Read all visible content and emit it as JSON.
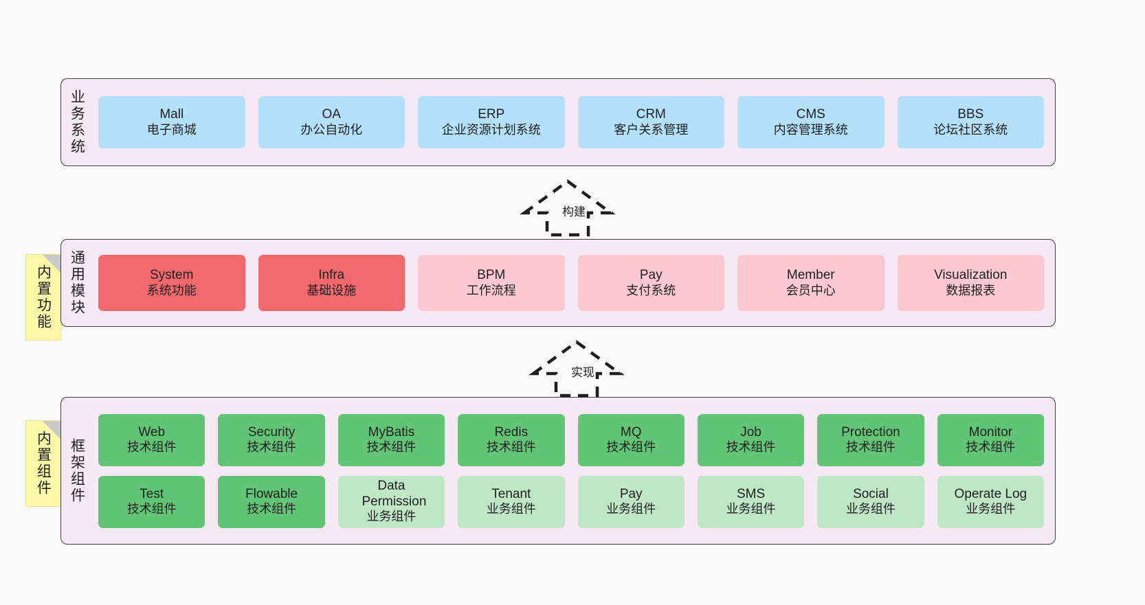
{
  "diagram": {
    "background": "#fafafa",
    "layer_fill": "#f7e9f3",
    "layer_border": "#3c3c3c",
    "note_fill": "#fbf8a8"
  },
  "layers": [
    {
      "id": "business-system",
      "title": "业务系统",
      "note": null,
      "box_color": "#b3e0fb",
      "rows": [
        {
          "cells": [
            {
              "en": "Mall",
              "cn": "电子商城",
              "color": "#b3e0fb"
            },
            {
              "en": "OA",
              "cn": "办公自动化",
              "color": "#b3e0fb"
            },
            {
              "en": "ERP",
              "cn": "企业资源计划系统",
              "color": "#b3e0fb"
            },
            {
              "en": "CRM",
              "cn": "客户关系管理",
              "color": "#b3e0fb"
            },
            {
              "en": "CMS",
              "cn": "内容管理系统",
              "color": "#b3e0fb"
            },
            {
              "en": "BBS",
              "cn": "论坛社区系统",
              "color": "#b3e0fb"
            }
          ]
        }
      ]
    },
    {
      "id": "common-module",
      "title": "通用模块",
      "note": "内置功能",
      "rows": [
        {
          "cells": [
            {
              "en": "System",
              "cn": "系统功能",
              "color": "#f1696e"
            },
            {
              "en": "Infra",
              "cn": "基础设施",
              "color": "#f1696e"
            },
            {
              "en": "BPM",
              "cn": "工作流程",
              "color": "#fcc9d2"
            },
            {
              "en": "Pay",
              "cn": "支付系统",
              "color": "#fcc9d2"
            },
            {
              "en": "Member",
              "cn": "会员中心",
              "color": "#fcc9d2"
            },
            {
              "en": "Visualization",
              "cn": "数据报表",
              "color": "#fcc9d2"
            }
          ]
        }
      ]
    },
    {
      "id": "framework-component",
      "title": "框架组件",
      "note": "内置组件",
      "rows": [
        {
          "cells": [
            {
              "en": "Web",
              "cn": "技术组件",
              "color": "#62c477"
            },
            {
              "en": "Security",
              "cn": "技术组件",
              "color": "#62c477"
            },
            {
              "en": "MyBatis",
              "cn": "技术组件",
              "color": "#62c477"
            },
            {
              "en": "Redis",
              "cn": "技术组件",
              "color": "#62c477"
            },
            {
              "en": "MQ",
              "cn": "技术组件",
              "color": "#62c477"
            },
            {
              "en": "Job",
              "cn": "技术组件",
              "color": "#62c477"
            },
            {
              "en": "Protection",
              "cn": "技术组件",
              "color": "#62c477"
            },
            {
              "en": "Monitor",
              "cn": "技术组件",
              "color": "#62c477"
            }
          ]
        },
        {
          "cells": [
            {
              "en": "Test",
              "cn": "技术组件",
              "color": "#62c477"
            },
            {
              "en": "Flowable",
              "cn": "技术组件",
              "color": "#62c477"
            },
            {
              "en": "Data Permission",
              "cn": "业务组件",
              "color": "#bfe7c6"
            },
            {
              "en": "Tenant",
              "cn": "业务组件",
              "color": "#bfe7c6"
            },
            {
              "en": "Pay",
              "cn": "业务组件",
              "color": "#bfe7c6"
            },
            {
              "en": "SMS",
              "cn": "业务组件",
              "color": "#bfe7c6"
            },
            {
              "en": "Social",
              "cn": "业务组件",
              "color": "#bfe7c6"
            },
            {
              "en": "Operate Log",
              "cn": "业务组件",
              "color": "#bfe7c6"
            }
          ]
        }
      ]
    }
  ],
  "connectors": [
    {
      "id": "build",
      "label": "构建"
    },
    {
      "id": "implement",
      "label": "实现"
    }
  ]
}
